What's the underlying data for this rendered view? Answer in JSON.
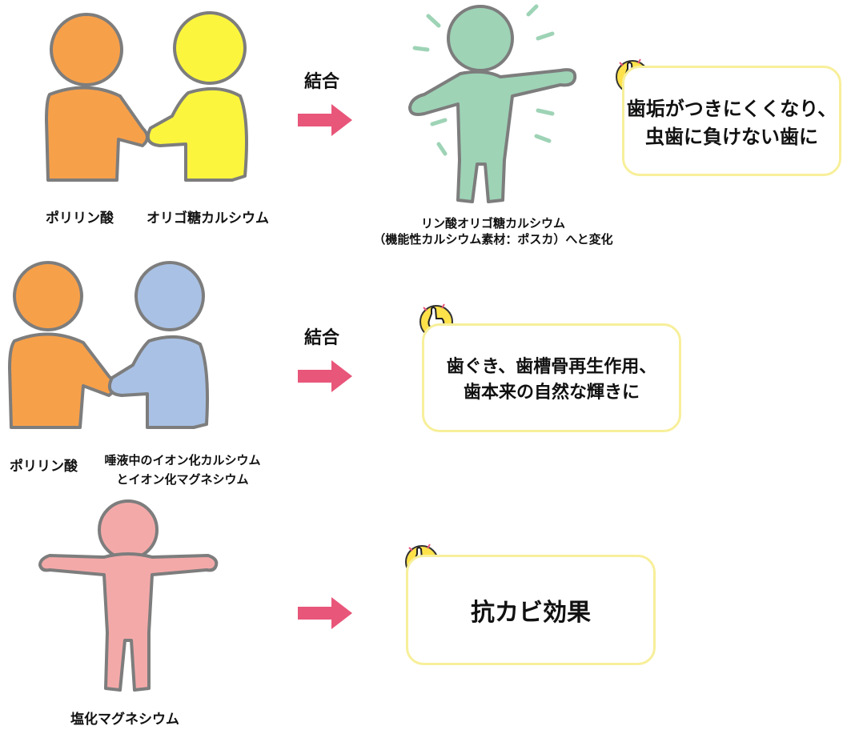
{
  "rows": [
    {
      "left_label": "ポリリン酸",
      "right_label": "オリゴ糖カルシウム",
      "join_label": "結合",
      "result_label_line1": "リン酸オリゴ糖カルシウム",
      "result_label_line2": "（機能性カルシウム素材：ポスカ）へと変化",
      "effect": "歯垢がつきにくくなり、\n虫歯に負けない歯に"
    },
    {
      "left_label": "ポリリン酸",
      "right_label_line1": "唾液中のイオン化カルシウム",
      "right_label_line2": "とイオン化マグネシウム",
      "join_label": "結合",
      "effect": "歯ぐき、歯槽骨再生作用、\n歯本来の自然な輝きに"
    },
    {
      "figure_label": "塩化マグネシウム",
      "effect": "抗カビ効果"
    }
  ],
  "colors": {
    "orange": "#f7a04a",
    "yellow": "#fbf53e",
    "green": "#9ed3b6",
    "blue": "#a9c1e4",
    "pink": "#f4a9a9",
    "outline": "#7d7d7d",
    "arrow": "#e8567a",
    "box_border": "#f7ef9a"
  }
}
